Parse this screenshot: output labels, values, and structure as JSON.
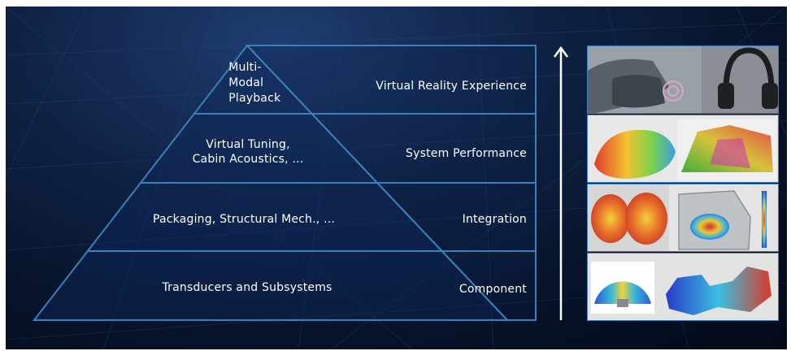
{
  "pyramid": {
    "levels": [
      {
        "label": "Multi-\nModal\nPlayback",
        "stage": "Virtual Reality Experience"
      },
      {
        "label": "Virtual Tuning,\nCabin Acoustics, ...",
        "stage": "System Performance"
      },
      {
        "label": "Packaging, Structural Mech., ...",
        "stage": "Integration"
      },
      {
        "label": "Transducers and Subsystems",
        "stage": "Component"
      }
    ]
  },
  "images": [
    {
      "name": "vr-headset-and-headphones-image"
    },
    {
      "name": "cabin-acoustics-simulation-image"
    },
    {
      "name": "head-and-door-simulation-image"
    },
    {
      "name": "transducer-and-component-simulation-image"
    }
  ],
  "colors": {
    "outline": "#3d7fb8",
    "text": "#ffffff",
    "background": "#0b1b38"
  }
}
